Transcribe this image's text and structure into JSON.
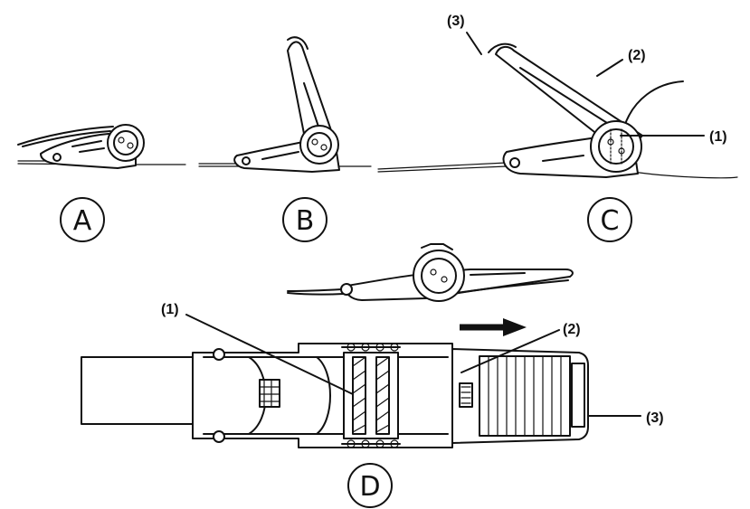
{
  "figure_labels": {
    "a": "A",
    "b": "B",
    "c": "C",
    "d": "D"
  },
  "callouts": {
    "c_1": "(1)",
    "c_2": "(2)",
    "c_3": "(3)",
    "d_1": "(1)",
    "d_2": "(2)",
    "d_3": "(3)"
  }
}
